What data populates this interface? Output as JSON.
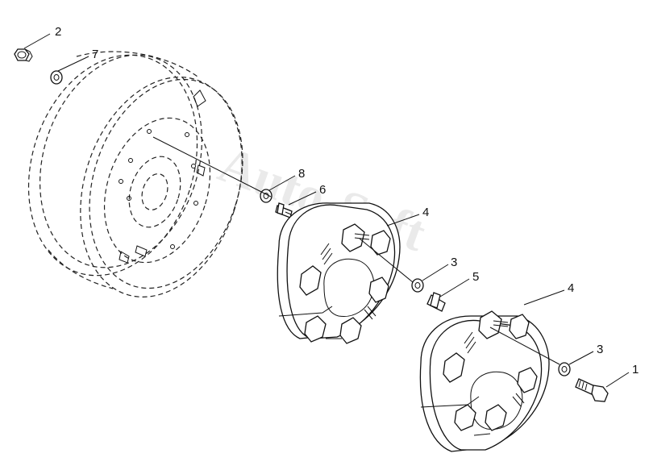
{
  "watermark": "Auto-Soft",
  "parts": [
    {
      "id": "part-2",
      "label": "2",
      "name": "nut"
    },
    {
      "id": "part-7",
      "label": "7",
      "name": "washer"
    },
    {
      "id": "part-8",
      "label": "8",
      "name": "washer"
    },
    {
      "id": "part-6",
      "label": "6",
      "name": "stud"
    },
    {
      "id": "part-4a",
      "label": "4",
      "name": "wheel-weight"
    },
    {
      "id": "part-3a",
      "label": "3",
      "name": "washer"
    },
    {
      "id": "part-5",
      "label": "5",
      "name": "stud"
    },
    {
      "id": "part-4b",
      "label": "4",
      "name": "wheel-weight"
    },
    {
      "id": "part-3b",
      "label": "3",
      "name": "washer"
    },
    {
      "id": "part-1",
      "label": "1",
      "name": "bolt"
    }
  ]
}
